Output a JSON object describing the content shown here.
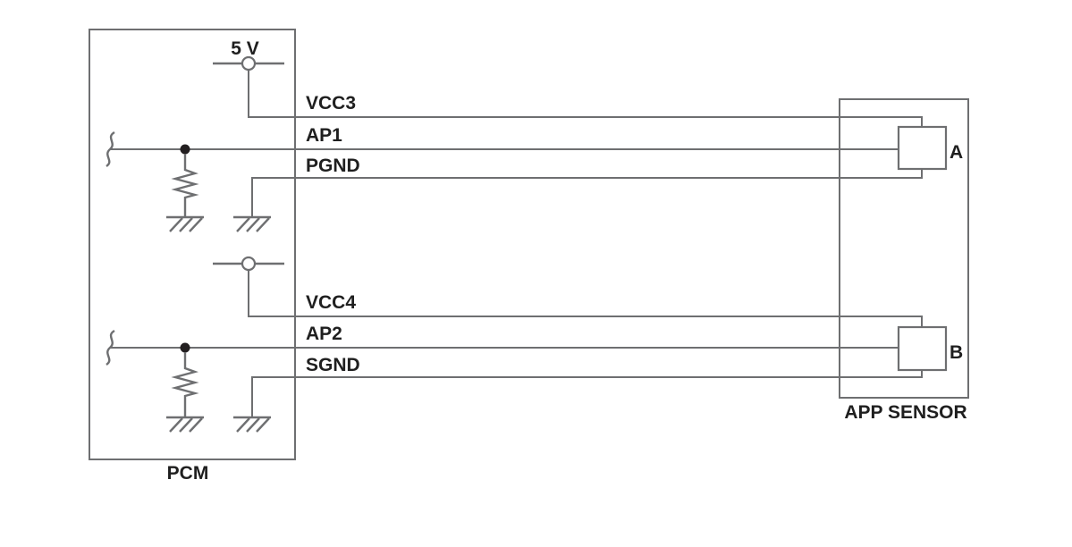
{
  "diagram": {
    "kind": "wiring-diagram",
    "left_module": {
      "label": "PCM"
    },
    "right_module": {
      "label": "APP SENSOR"
    },
    "supply": {
      "label": "5 V"
    },
    "circuits": [
      {
        "name": "circuit-1",
        "wires": [
          {
            "label": "VCC3",
            "function": "sensor supply"
          },
          {
            "label": "AP1",
            "function": "signal"
          },
          {
            "label": "PGND",
            "function": "ground"
          }
        ],
        "connector": {
          "label": "A"
        }
      },
      {
        "name": "circuit-2",
        "wires": [
          {
            "label": "VCC4",
            "function": "sensor supply"
          },
          {
            "label": "AP2",
            "function": "signal"
          },
          {
            "label": "SGND",
            "function": "ground"
          }
        ],
        "connector": {
          "label": "B"
        }
      }
    ],
    "colors": {
      "line": "#6e6f71",
      "text": "#1f1f1f",
      "junction_dot": "#231f20",
      "background": "#ffffff"
    }
  }
}
